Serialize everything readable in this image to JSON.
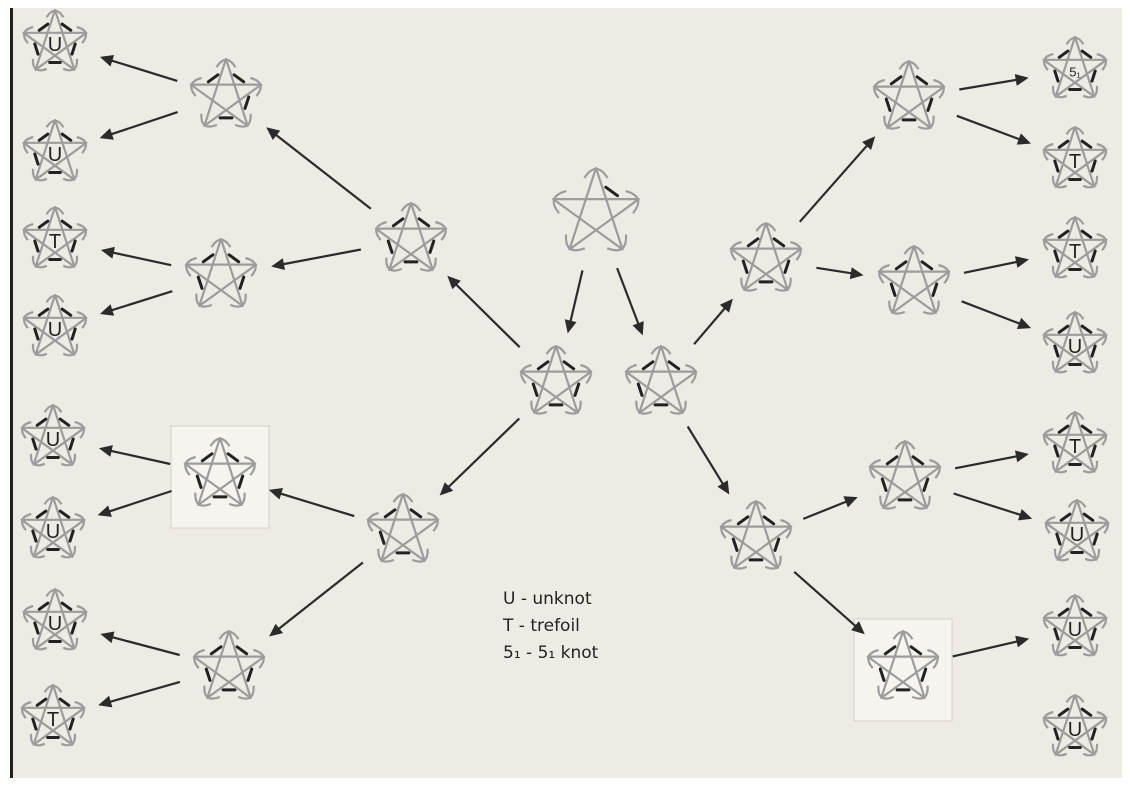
{
  "knot_labels": {
    "L1": "U",
    "L2": "U",
    "L3": "T",
    "L4": "U",
    "L5": "U",
    "L6": "U",
    "L7": "U",
    "L8": "T",
    "R1": "5₁",
    "R2": "T",
    "R3": "T",
    "R4": "U",
    "R5": "T",
    "R6": "U",
    "R7": "U",
    "R8": "U"
  },
  "legend": {
    "unknot": "U - unknot",
    "trefoil": "T - trefoil",
    "five_one": "5₁ - 5₁ knot"
  }
}
